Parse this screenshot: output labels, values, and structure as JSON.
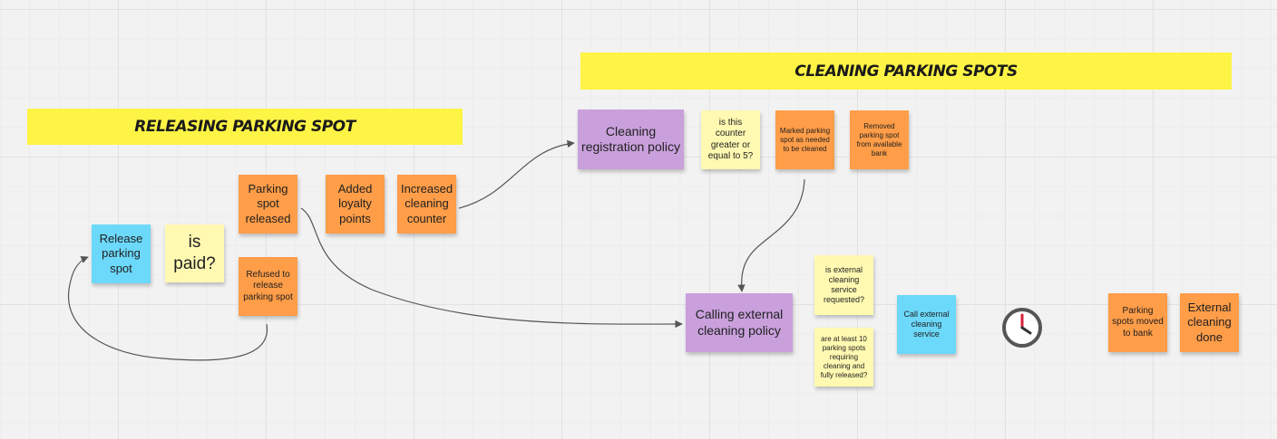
{
  "banners": {
    "releasing": "RELEASING PARKING SPOT",
    "cleaning": "CLEANING PARKING SPOTS"
  },
  "notes": {
    "release_parking_spot": "Release parking spot",
    "is_paid": "is paid?",
    "parking_spot_released": "Parking spot released",
    "refused_to_release": "Refused to release parking spot",
    "added_loyalty_points": "Added loyalty points",
    "increased_cleaning_counter": "Increased cleaning counter",
    "cleaning_registration_policy": "Cleaning registration policy",
    "is_counter_greater": "is this counter greater or equal to 5?",
    "marked_parking_spot": "Marked parking spot as needed to be cleaned",
    "removed_parking_spot": "Removed parking spot from available bank",
    "calling_external_cleaning_policy": "Calling external cleaning policy",
    "is_external_cleaning_requested": "is external cleaning service requested?",
    "at_least_10_spots": "are at least 10 parking spots requiring cleaning and fully released?",
    "call_external_cleaning_service": "Call external cleaning service",
    "parking_spots_moved_to_bank": "Parking spots moved to bank",
    "external_cleaning_done": "External cleaning done"
  },
  "colors": {
    "banner": "#fef445",
    "event": "#ff9d48",
    "command": "#6cd8fa",
    "question": "#fff9b1",
    "policy": "#c9a0dc",
    "connector": "#555555",
    "clock_ring": "#555555",
    "clock_hand": "#d8203a"
  },
  "icons": {
    "timer": "clock-icon"
  }
}
